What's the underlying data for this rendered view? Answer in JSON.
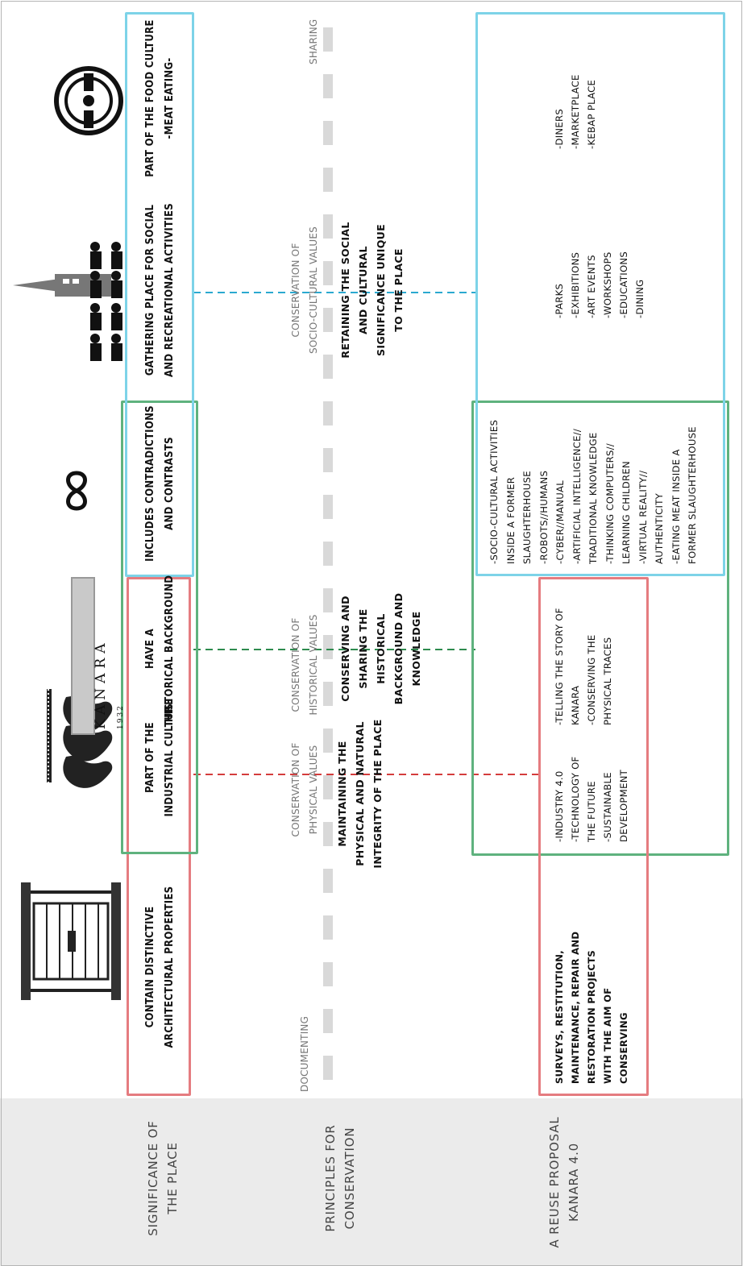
{
  "colors": {
    "red": "#e57c80",
    "green": "#5fb27e",
    "blue": "#7dd3e8",
    "dash_grey": "#d9d9d9",
    "label_panel": "#ebebeb"
  },
  "rows": {
    "significance": "SIGNIFICANCE OF\nTHE PLACE",
    "principles": "PRINCIPLES FOR\nCONSERVATION",
    "reuse": "A REUSE PROPOSAL\nKANARA 4.0"
  },
  "icons": [
    "building-facade-icon",
    "meat-hooks-icon",
    "kanara-sign-icon",
    "infinity-icon",
    "people-tower-icon",
    "food-plate-icon"
  ],
  "kanara_sign": {
    "name": "KANARA",
    "year": "1932"
  },
  "significance": {
    "architectural": "CONTAIN DISTINCTIVE\nARCHITECTURAL PROPERTIES",
    "industrial": "PART OF THE\nINDUSTRIAL CULTURE",
    "historical": "HAVE A\nHISTORICAL BACKGROUND",
    "contradictions": "INCLUDES CONTRADICTIONS\nAND CONTRASTS",
    "gathering": "GATHERING PLACE FOR SOCIAL\nAND RECREATIONAL ACTIVITIES",
    "food": "PART OF THE FOOD CULTURE\n-MEAT EATING-"
  },
  "principles": {
    "documenting": "DOCUMENTING",
    "physical_label": "CONSERVATION OF\nPHYSICAL VALUES",
    "physical_text": "MAINTAINING THE\nPHYSICAL AND NATURAL\nINTEGRITY OF THE PLACE",
    "historical_label": "CONSERVATION OF\nHISTORICAL VALUES",
    "historical_text": "CONSERVING AND\nSHARING THE\nHISTORICAL\nBACKGROUND AND\nKNOWLEDGE",
    "socio_label": "CONSERVATION OF\nSOCIO-CULTURAL VALUES",
    "socio_text": "RETAINING THE SOCIAL\nAND CULTURAL\nSIGNIFICANCE UNIQUE\nTO THE PLACE",
    "sharing": "SHARING"
  },
  "reuse": {
    "surveys": "SURVEYS, RESTITUTION,\nMAINTENANCE, REPAIR AND\nRESTORATION PROJECTS\nWITH THE AIM OF\nCONSERVING",
    "industry": "-INDUSTRY 4.0\n-TECHNOLOGY OF\nTHE FUTURE\n-SUSTAINABLE\nDEVELOPMENT",
    "story": "-TELLING THE STORY OF\nKANARA\n-CONSERVING THE\nPHYSICAL TRACES",
    "contrasts": "-SOCIO-CULTURAL ACTIVITIES\nINSIDE A FORMER\nSLAUGHTERHOUSE\n-ROBOTS//HUMANS\n-CYBER//MANUAL\n-ARTIFICIAL INTELLIGENCE//\nTRADITIONAL KNOWLEDGE\n-THINKING COMPUTERS//\nLEARNING CHILDREN\n-VIRTUAL REALITY//\nAUTHENTICITY\n-EATING MEAT INSIDE A\nFORMER SLAUGHTERHOUSE",
    "activities": "-PARKS\n-EXHIBITIONS\n-ART EVENTS\n-WORKSHOPS\n-EDUCATIONS\n-DINING",
    "food": "-DINERS\n-MARKETPLACE\n-KEBAP PLACE"
  }
}
